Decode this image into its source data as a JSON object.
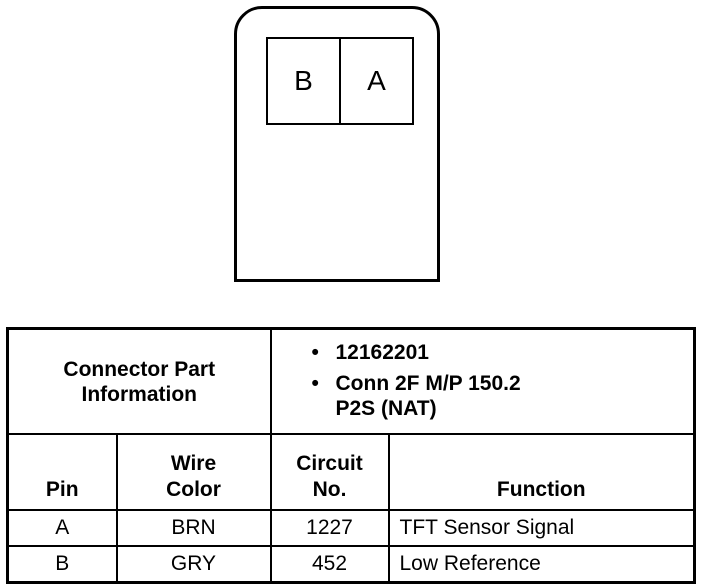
{
  "connector": {
    "pins": [
      "B",
      "A"
    ]
  },
  "table": {
    "part_label_line1": "Connector Part",
    "part_label_line2": "Information",
    "part_items": [
      {
        "bullet": "•",
        "line1": "12162201",
        "line2": ""
      },
      {
        "bullet": "•",
        "line1": "Conn 2F M/P 150.2",
        "line2": "P2S (NAT)"
      }
    ],
    "headers": {
      "pin": "Pin",
      "wire_color_line1": "Wire",
      "wire_color_line2": "Color",
      "circuit_line1": "Circuit",
      "circuit_line2": "No.",
      "function": "Function"
    },
    "rows": [
      {
        "pin": "A",
        "wire_color": "BRN",
        "circuit": "1227",
        "function": "TFT Sensor Signal"
      },
      {
        "pin": "B",
        "wire_color": "GRY",
        "circuit": "452",
        "function": "Low Reference"
      }
    ]
  }
}
